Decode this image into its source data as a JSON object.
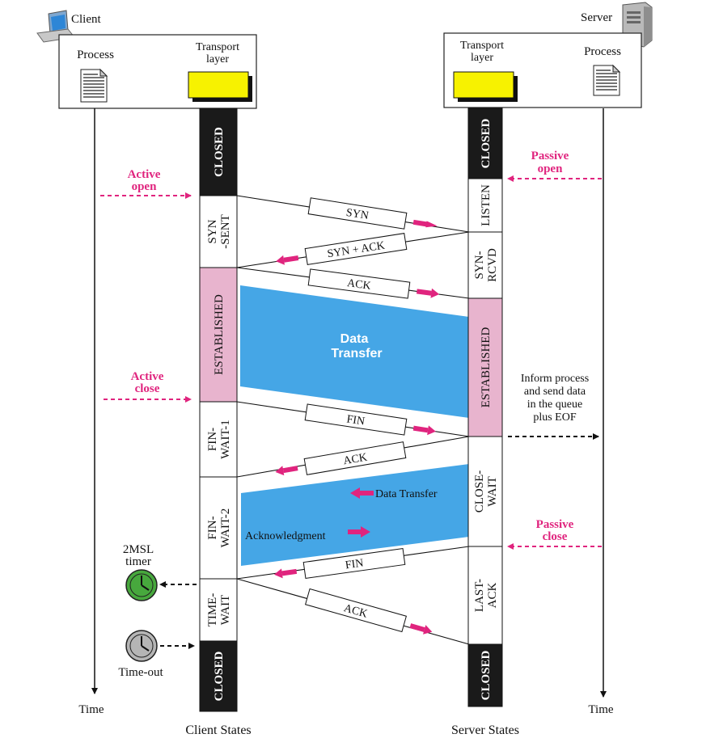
{
  "colors": {
    "magenta": "#E0247E",
    "pink_state": "#E8B4CE",
    "black_state": "#1a1a1a",
    "blue": "#45A6E6",
    "yellow": "#F7F200",
    "green_timer": "#47A83D",
    "gray_timer": "#B5B5B5"
  },
  "client": {
    "label": "Client",
    "icon": "laptop-icon",
    "process_label": "Process",
    "transport_label": [
      "Transport",
      "layer"
    ],
    "time_label": "Time",
    "states_caption": "Client States"
  },
  "server": {
    "label": "Server",
    "icon": "server-tower-icon",
    "process_label": "Process",
    "transport_label": [
      "Transport",
      "layer"
    ],
    "time_label": "Time",
    "states_caption": "Server States"
  },
  "client_states": [
    {
      "name": "CLOSED",
      "lines": [
        "CLOSED"
      ],
      "style": "black"
    },
    {
      "name": "SYN-SENT",
      "lines": [
        "SYN",
        "-SENT"
      ],
      "style": "white"
    },
    {
      "name": "ESTABLISHED",
      "lines": [
        "ESTABLISHED"
      ],
      "style": "pink"
    },
    {
      "name": "FIN-WAIT-1",
      "lines": [
        "FIN-",
        "WAIT-1"
      ],
      "style": "white"
    },
    {
      "name": "FIN-WAIT-2",
      "lines": [
        "FIN-",
        "WAIT-2"
      ],
      "style": "white"
    },
    {
      "name": "TIME-WAIT",
      "lines": [
        "TIME-",
        "WAIT"
      ],
      "style": "white"
    },
    {
      "name": "CLOSED",
      "lines": [
        "CLOSED"
      ],
      "style": "black"
    }
  ],
  "server_states": [
    {
      "name": "CLOSED",
      "lines": [
        "CLOSED"
      ],
      "style": "black"
    },
    {
      "name": "LISTEN",
      "lines": [
        "LISTEN"
      ],
      "style": "white"
    },
    {
      "name": "SYN-RCVD",
      "lines": [
        "SYN-",
        "RCVD"
      ],
      "style": "white"
    },
    {
      "name": "ESTABLISHED",
      "lines": [
        "ESTABLISHED"
      ],
      "style": "pink"
    },
    {
      "name": "CLOSE-WAIT",
      "lines": [
        "CLOSE-",
        "WAIT"
      ],
      "style": "white"
    },
    {
      "name": "LAST-ACK",
      "lines": [
        "LAST-",
        "ACK"
      ],
      "style": "white"
    },
    {
      "name": "CLOSED",
      "lines": [
        "CLOSED"
      ],
      "style": "black"
    }
  ],
  "segments": [
    {
      "label": "SYN",
      "direction": "client-to-server"
    },
    {
      "label": "SYN + ACK",
      "direction": "server-to-client"
    },
    {
      "label": "ACK",
      "direction": "client-to-server"
    },
    {
      "label": "FIN",
      "direction": "client-to-server"
    },
    {
      "label": "ACK",
      "direction": "server-to-client"
    },
    {
      "label": "FIN",
      "direction": "server-to-client"
    },
    {
      "label": "ACK",
      "direction": "client-to-server"
    }
  ],
  "events": {
    "active_open": [
      "Active",
      "open"
    ],
    "passive_open": [
      "Passive",
      "open"
    ],
    "active_close": [
      "Active",
      "close"
    ],
    "passive_close": [
      "Passive",
      "close"
    ],
    "inform": [
      "Inform process",
      "and send data",
      "in the queue",
      "plus EOF"
    ]
  },
  "data_transfer": {
    "main": [
      "Data",
      "Transfer"
    ],
    "half_data": "Data Transfer",
    "half_ack": "Acknowledgment"
  },
  "timers": {
    "msl": [
      "2MSL",
      "timer"
    ],
    "timeout": "Time-out"
  }
}
